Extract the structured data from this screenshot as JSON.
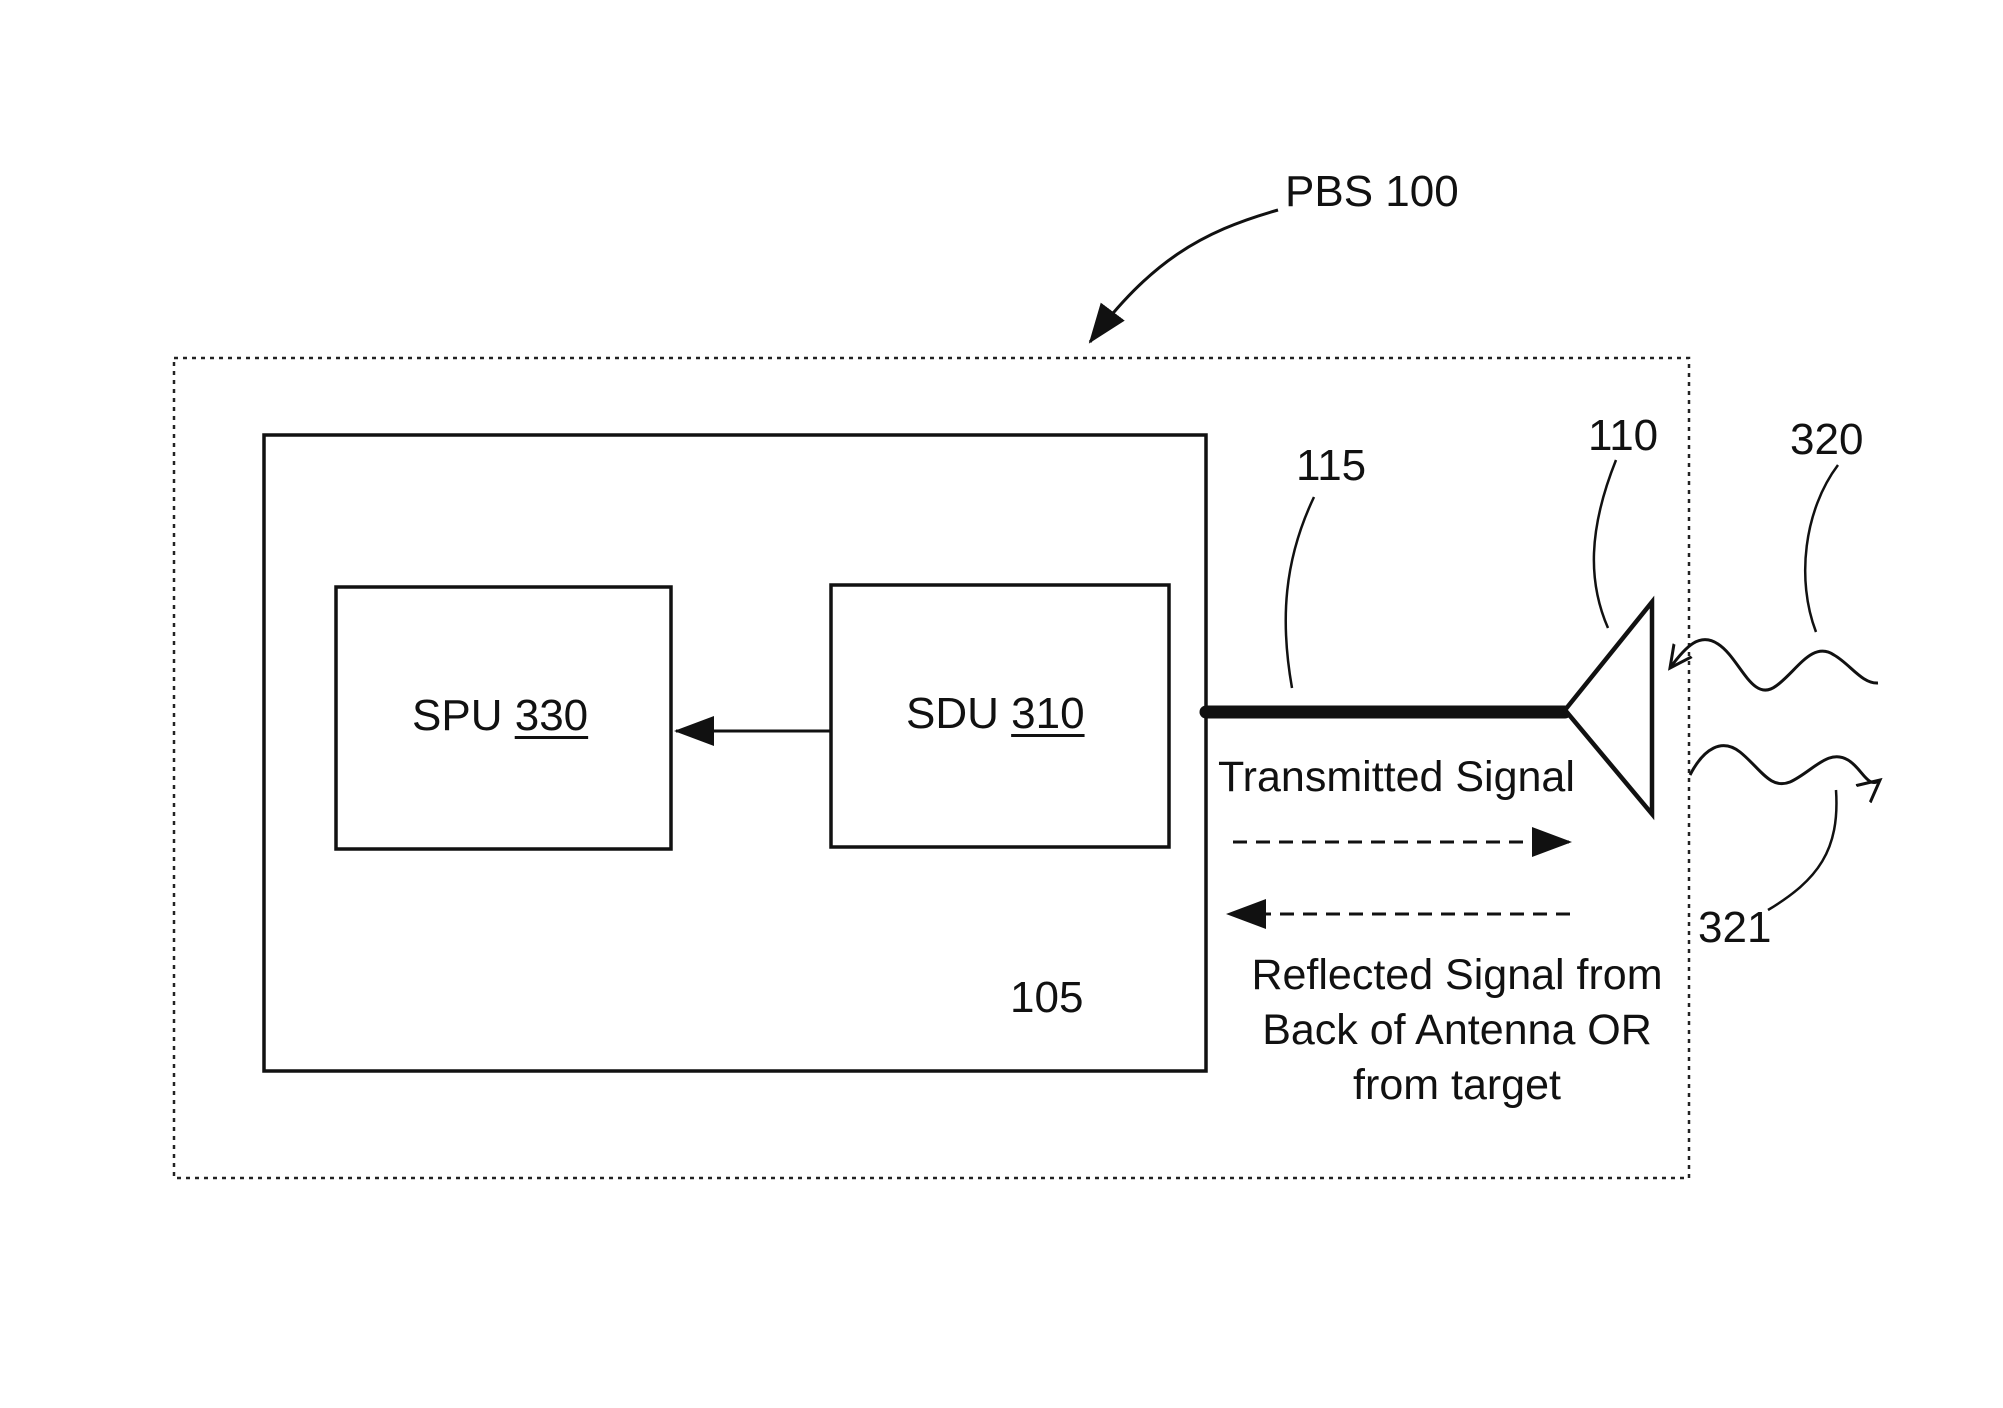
{
  "labels": {
    "system": "PBS 100",
    "enclosure": "105",
    "antenna": "110",
    "feed_line": "115",
    "incoming_wave": "320",
    "outgoing_wave": "321"
  },
  "blocks": {
    "spu": {
      "name": "SPU",
      "number": "330"
    },
    "sdu": {
      "name": "SDU",
      "number": "310"
    }
  },
  "signals": {
    "transmitted": "Transmitted Signal",
    "reflected_line1": "Reflected Signal from",
    "reflected_line2": "Back of Antenna OR",
    "reflected_line3": "from target"
  }
}
